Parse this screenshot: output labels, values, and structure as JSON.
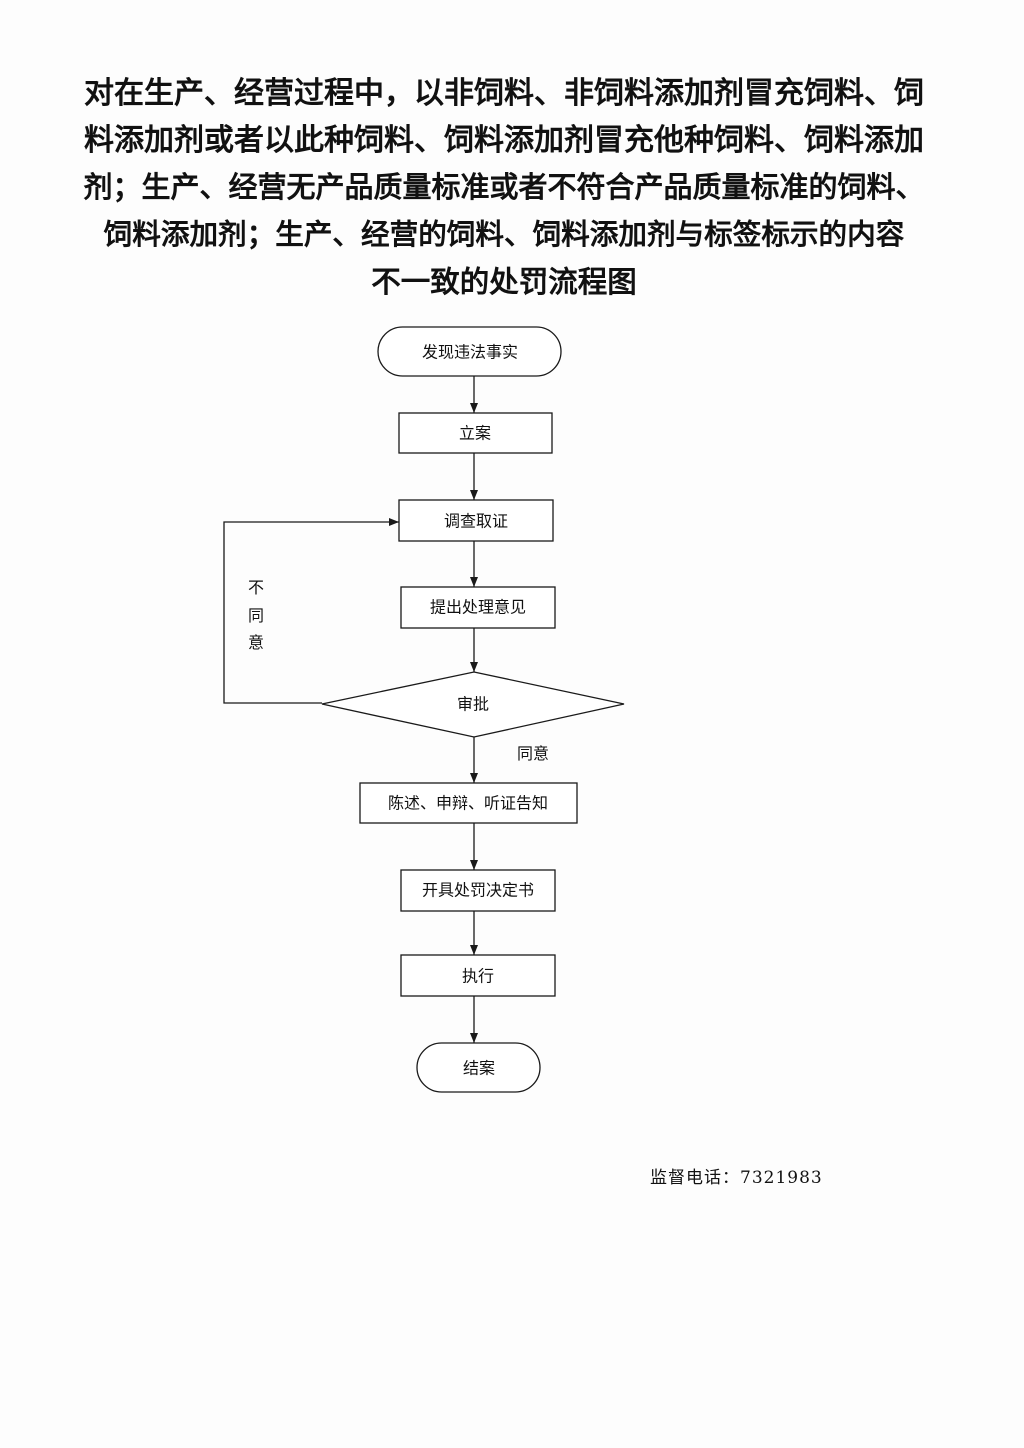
{
  "title": {
    "lines": [
      "对在生产、经营过程中，以非饲料、非饲料添加剂冒充饲料、饲",
      "料添加剂或者以此种饲料、饲料添加剂冒充他种饲料、饲料添加",
      "剂；生产、经营无产品质量标准或者不符合产品质量标准的饲料、",
      "饲料添加剂；生产、经营的饲料、饲料添加剂与标签标示的内容",
      "不一致的处罚流程图"
    ]
  },
  "flowchart": {
    "nodes": {
      "start": "发现违法事实",
      "register": "立案",
      "investigate": "调查取证",
      "propose": "提出处理意见",
      "approve": "审批",
      "notify": "陈述、申辩、听证告知",
      "decision": "开具处罚决定书",
      "execute": "执行",
      "end": "结案"
    },
    "edge_labels": {
      "disagree": "不同意",
      "agree": "同意"
    }
  },
  "footer": {
    "hotline": "监督电话：7321983"
  }
}
